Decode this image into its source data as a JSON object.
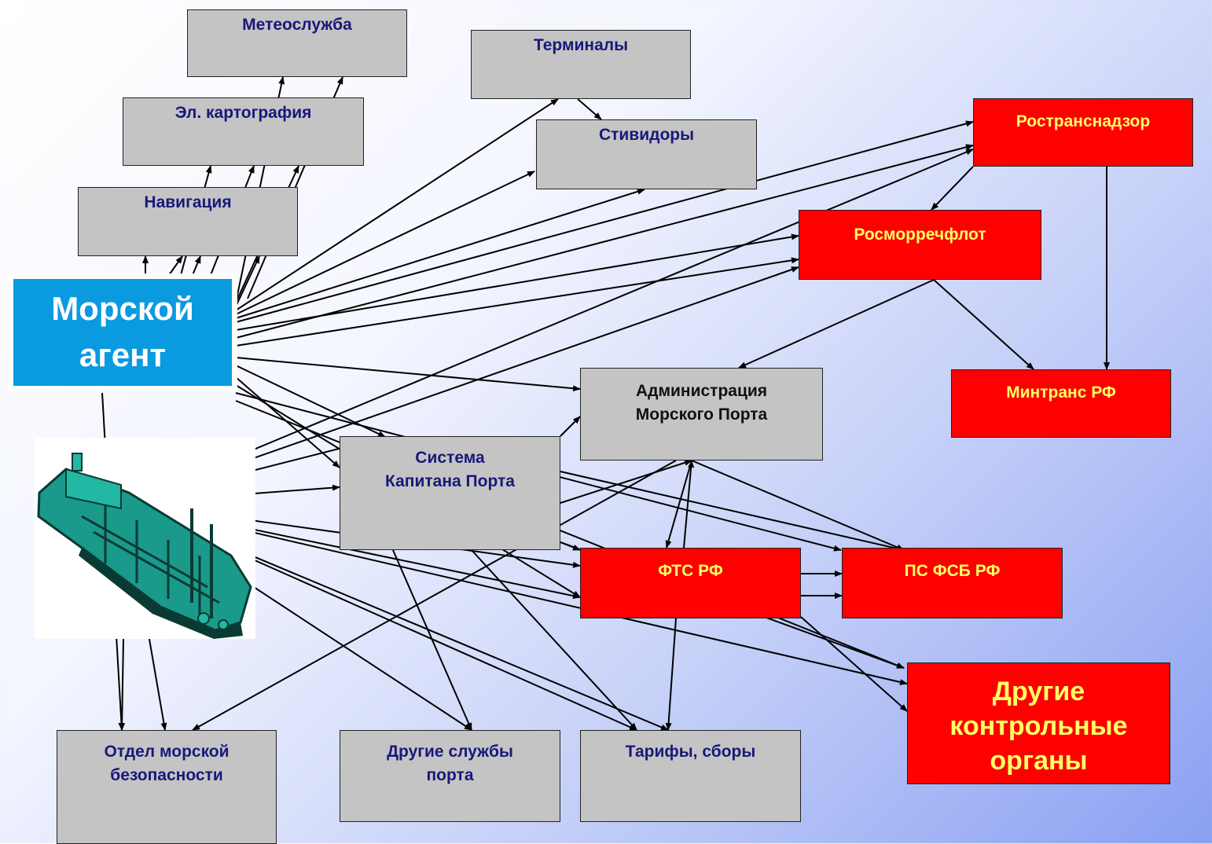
{
  "diagram": {
    "nodes": {
      "agent": "Морской\nагент",
      "meteo": "Метеослужба",
      "carto": "Эл. картография",
      "nav": "Навигация",
      "terminals": "Терминалы",
      "stevedores": "Стивидоры",
      "rostransnadzor": "Ространснадзор",
      "rosmorrechflot": "Росморречфлот",
      "mintrans": "Минтранс РФ",
      "admin": "Администрация\nМорского Порта",
      "captain": "Система\nКапитана Порта",
      "fts": "ФТС РФ",
      "psfsb": "ПС ФСБ РФ",
      "other_control": "Другие\nконтрольные\nорганы",
      "security": "Отдел морской\nбезопасности",
      "other_services": "Другие службы\nпорта",
      "tariffs": "Тарифы, сборы"
    },
    "colors": {
      "gray_box": "#c4c4c4",
      "gray_text": "#18187a",
      "red_box": "#ff0000",
      "red_text": "#ffff66",
      "agent_box": "#0a9ae0",
      "agent_text": "#ffffff",
      "ship_hull": "#1a9a8a",
      "edge": "#000000"
    },
    "icons": {
      "ship": "tanker-ship-icon"
    }
  }
}
